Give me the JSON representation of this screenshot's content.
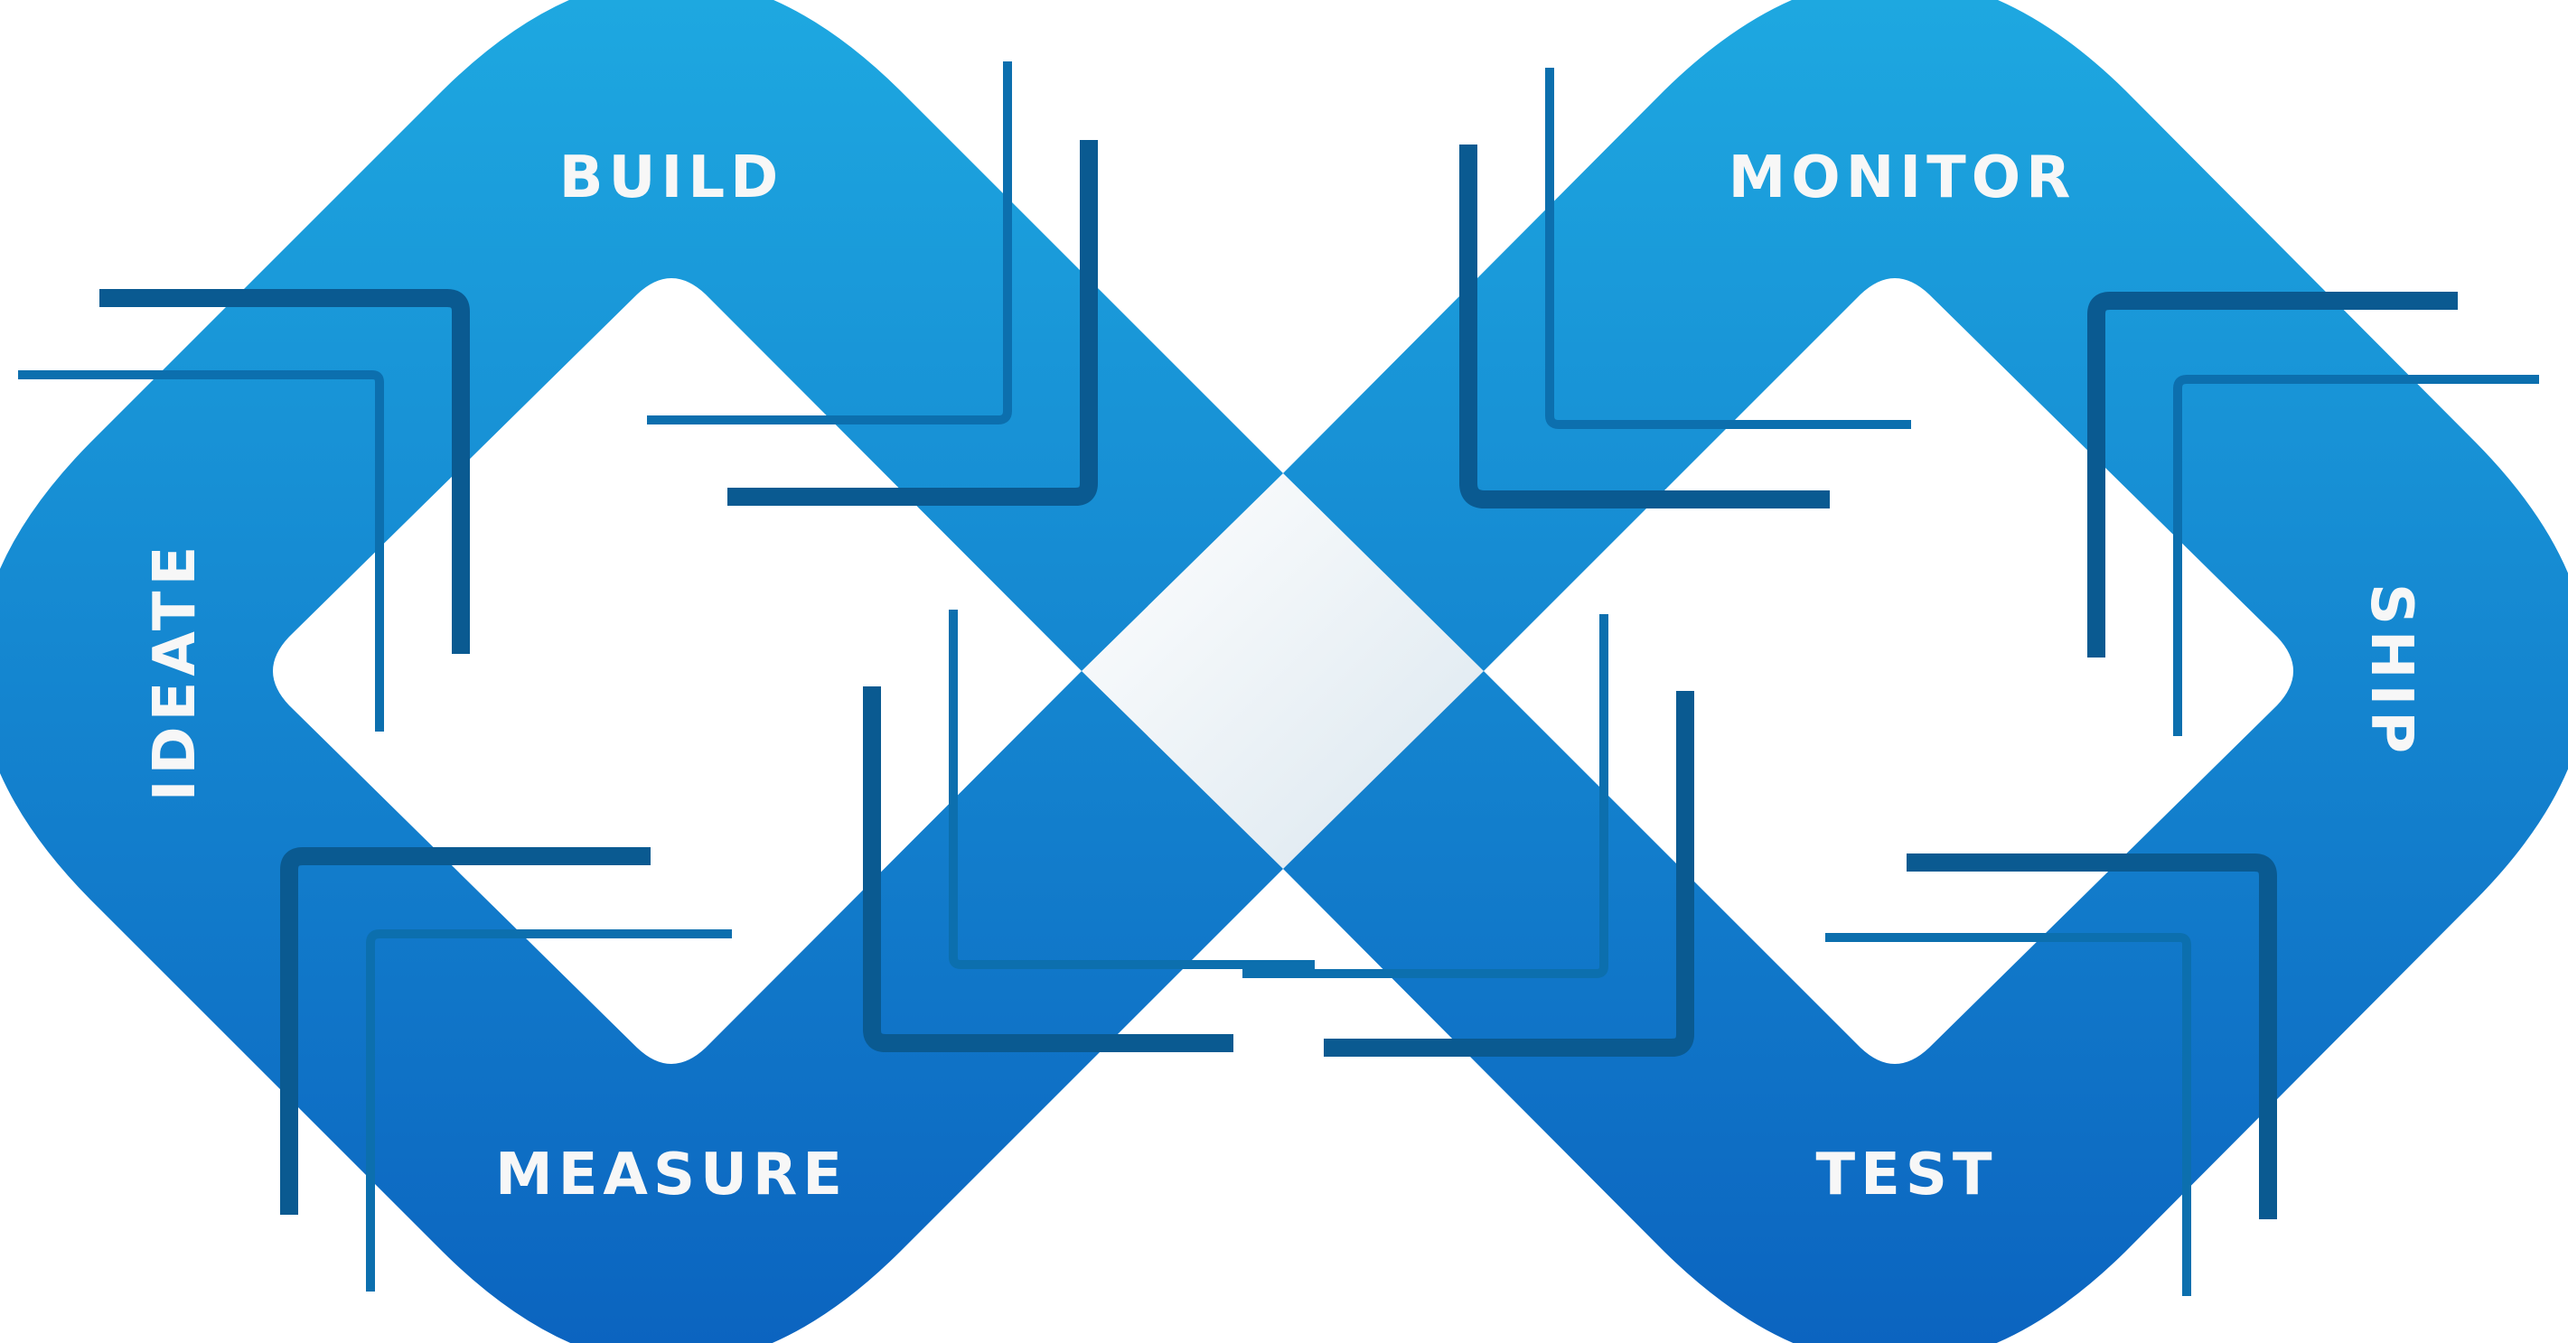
{
  "diagram": {
    "title": "DevOps lifecycle infinity loop",
    "stages": [
      {
        "id": "build",
        "label": "BUILD"
      },
      {
        "id": "ideate",
        "label": "IDEATE"
      },
      {
        "id": "measure",
        "label": "MEASURE"
      },
      {
        "id": "monitor",
        "label": "MONITOR"
      },
      {
        "id": "ship",
        "label": "SHIP"
      },
      {
        "id": "test",
        "label": "TEST"
      }
    ],
    "colors": {
      "gradient_top": "#1ea9e1",
      "gradient_bottom": "#0b63bf",
      "bracket_dark": "#0a5a91",
      "bracket_light": "#0c6fae",
      "label_text": "#f7f7f7",
      "background": "#ffffff"
    }
  }
}
